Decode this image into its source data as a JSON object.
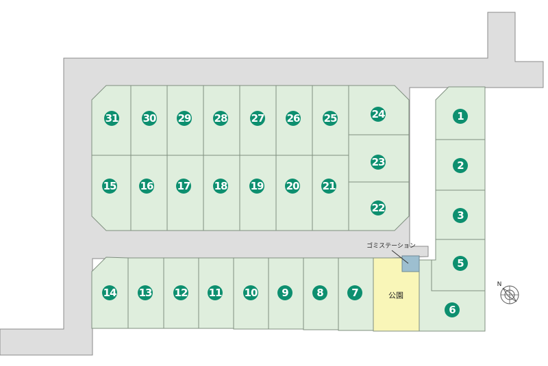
{
  "lots": [
    "1",
    "2",
    "3",
    "5",
    "6",
    "7",
    "8",
    "9",
    "10",
    "11",
    "12",
    "13",
    "14",
    "15",
    "16",
    "17",
    "18",
    "19",
    "20",
    "21",
    "22",
    "23",
    "24",
    "25",
    "26",
    "27",
    "28",
    "29",
    "30",
    "31"
  ],
  "park_label": "公園",
  "garbage_station_label": "ゴミステーション",
  "compass_letter": "N",
  "colors": {
    "lot_fill": "#dfeedd",
    "park_fill": "#f9f6b8",
    "road_fill": "#dedede",
    "garbage_station_fill": "#9dbfd0",
    "lot_number_badge": "#0d8f6f"
  }
}
